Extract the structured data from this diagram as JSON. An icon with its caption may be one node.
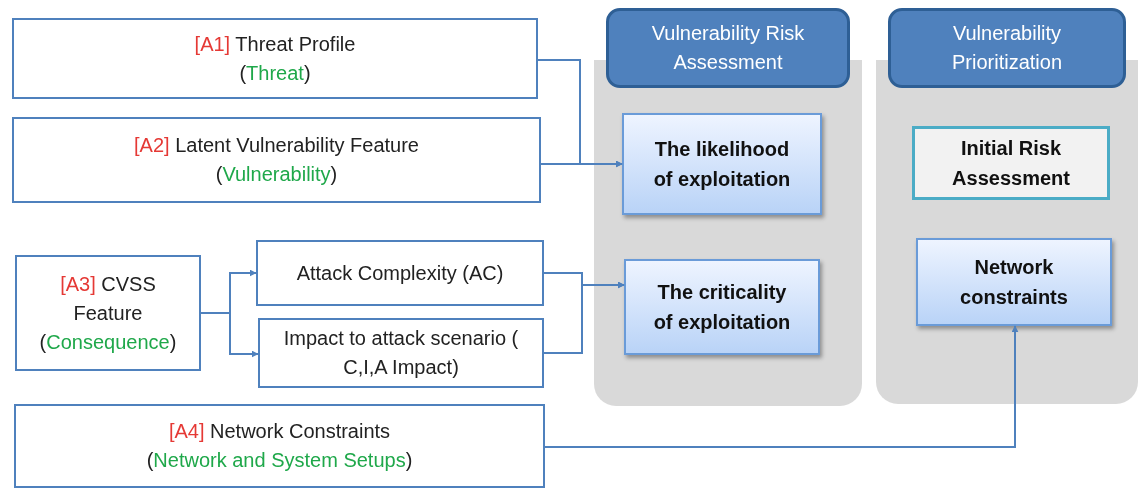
{
  "diagram": {
    "nodes": [
      {
        "text": [
          "Vulnerability Risk Assessment"
        ]
      },
      {
        "text": [
          "The likelihood of exploitation"
        ],
        "in": 0
      },
      {
        "text": [
          "The criticality of exploitation"
        ],
        "in": 0
      },
      {
        "text": [
          "Vulnerability Prioritization"
        ]
      },
      {
        "text": [
          "Initial Risk Assessment"
        ],
        "in": 3
      },
      {
        "text": [
          "Network constraints"
        ],
        "in": 3
      },
      {
        "text": [
          "[A1]",
          "Threat Profile",
          "(Threat)"
        ]
      },
      {
        "text": [
          "[A2]",
          "Latent Vulnerability Feature",
          "(Vulnerability)"
        ]
      },
      {
        "text": [
          "[A3]",
          "CVSS Feature",
          "(Consequence)"
        ]
      },
      {
        "text": [
          "Attack Complexity (AC)"
        ]
      },
      {
        "text": [
          "Impact to attack scenario ( C,I,A Impact)"
        ]
      },
      {
        "text": [
          "[A4]",
          "Network Constraints",
          "(Network and System Setups)"
        ]
      }
    ],
    "edges": [
      {
        "from": 6,
        "to": 1,
        "arrow": "to"
      },
      {
        "from": 7,
        "to": 1,
        "arrow": "to"
      },
      {
        "from": 8,
        "to": 9,
        "arrow": "to"
      },
      {
        "from": 8,
        "to": 10,
        "arrow": "to"
      },
      {
        "from": 9,
        "to": 2,
        "arrow": "to"
      },
      {
        "from": 10,
        "to": 2,
        "arrow": "to"
      },
      {
        "from": 11,
        "to": 5,
        "arrow": "to"
      }
    ]
  }
}
